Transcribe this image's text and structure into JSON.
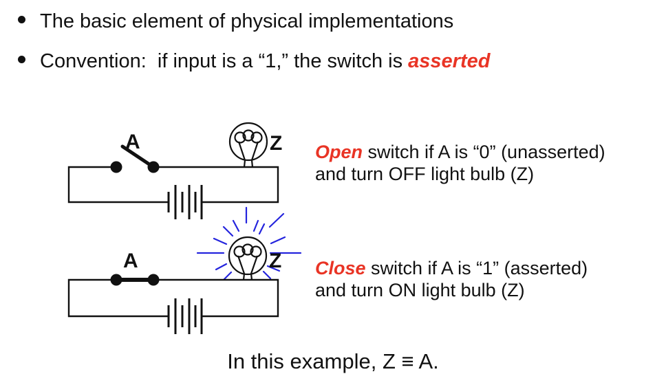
{
  "colors": {
    "ink": "#111111",
    "accent_red": "#e93425",
    "ray_blue": "#2424dd"
  },
  "bullets": {
    "first": "The basic element of physical implementations",
    "second_prefix": "Convention:  if input is a “1,” the switch is ",
    "second_emphasis": "asserted"
  },
  "diagram": {
    "open_circuit": {
      "switch_label": "A",
      "bulb_label": "Z",
      "state": "open"
    },
    "closed_circuit": {
      "switch_label": "A",
      "bulb_label": "Z",
      "state": "closed"
    }
  },
  "annotations": {
    "open": {
      "lead": "Open",
      "rest": " switch if A is “0” (unasserted)",
      "line2": "and turn OFF light bulb (Z)"
    },
    "closed": {
      "lead": "Close",
      "rest": " switch if A is “1” (asserted)",
      "line2": "and turn ON light bulb (Z)"
    }
  },
  "caption": "In this example, Z ≡ A."
}
